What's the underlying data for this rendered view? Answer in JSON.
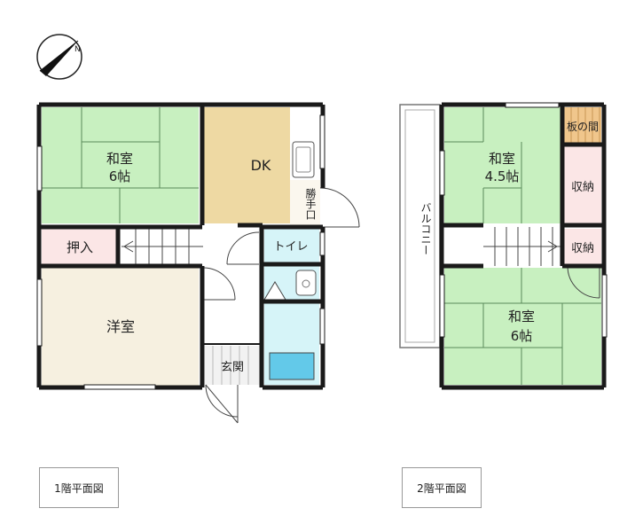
{
  "floor1": {
    "washitsu_label": "和室",
    "washitsu_size": "6帖",
    "dk_label": "DK",
    "katteguchi_label": "勝手口",
    "oshiire_label": "押入",
    "toilet_label": "トイレ",
    "youshitsu_label": "洋室",
    "genkan_label": "玄関",
    "caption": "1階平面図"
  },
  "floor2": {
    "washitsu_a_label": "和室",
    "washitsu_a_size": "4.5帖",
    "itanoma_label": "板の間",
    "shuno_a_label": "収納",
    "shuno_b_label": "収納",
    "washitsu_b_label": "和室",
    "washitsu_b_size": "6帖",
    "balcony_label": "バルコニー",
    "caption": "2階平面図"
  },
  "compass": {
    "north_label": "N"
  },
  "colors": {
    "tatami": "#c8f0c0",
    "dk": "#eed9a3",
    "youshitsu": "#f6f0e0",
    "storage": "#fbe6e6",
    "water": "#d6f4f8",
    "bath": "#63c9e9",
    "wall": "#1a1a1a",
    "itanoma": "#f0c68c"
  }
}
